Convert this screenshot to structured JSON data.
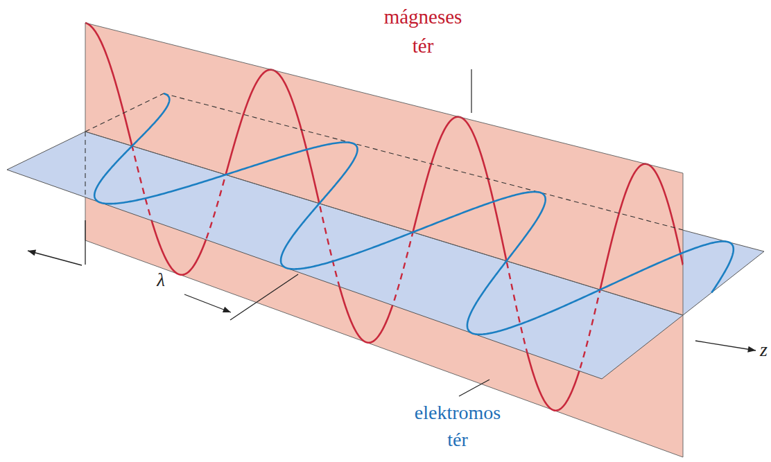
{
  "diagram": {
    "labels": [
      "mágneses tér",
      "λ",
      "z",
      "elektromos tér"
    ]
  }
}
